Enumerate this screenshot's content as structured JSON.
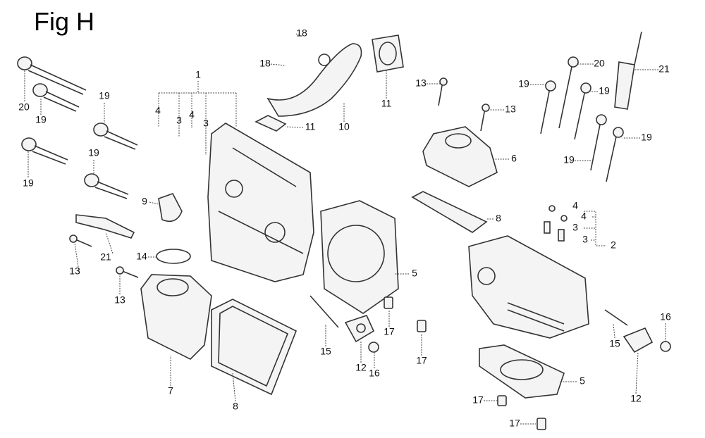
{
  "figure_title": "Fig H",
  "callouts": [
    {
      "label": "18"
    },
    {
      "label": "18"
    },
    {
      "label": "1"
    },
    {
      "label": "4"
    },
    {
      "label": "3"
    },
    {
      "label": "4"
    },
    {
      "label": "3"
    },
    {
      "label": "11"
    },
    {
      "label": "11"
    },
    {
      "label": "10"
    },
    {
      "label": "20"
    },
    {
      "label": "19"
    },
    {
      "label": "19"
    },
    {
      "label": "19"
    },
    {
      "label": "19"
    },
    {
      "label": "9"
    },
    {
      "label": "21"
    },
    {
      "label": "14"
    },
    {
      "label": "13"
    },
    {
      "label": "13"
    },
    {
      "label": "7"
    },
    {
      "label": "8"
    },
    {
      "label": "15"
    },
    {
      "label": "12"
    },
    {
      "label": "16"
    },
    {
      "label": "17"
    },
    {
      "label": "17"
    },
    {
      "label": "5"
    },
    {
      "label": "13"
    },
    {
      "label": "13"
    },
    {
      "label": "6"
    },
    {
      "label": "20"
    },
    {
      "label": "21"
    },
    {
      "label": "19"
    },
    {
      "label": "19"
    },
    {
      "label": "19"
    },
    {
      "label": "19"
    },
    {
      "label": "8"
    },
    {
      "label": "4"
    },
    {
      "label": "4"
    },
    {
      "label": "3"
    },
    {
      "label": "3"
    },
    {
      "label": "2"
    },
    {
      "label": "16"
    },
    {
      "label": "15"
    },
    {
      "label": "12"
    },
    {
      "label": "5"
    },
    {
      "label": "17"
    },
    {
      "label": "17"
    }
  ]
}
